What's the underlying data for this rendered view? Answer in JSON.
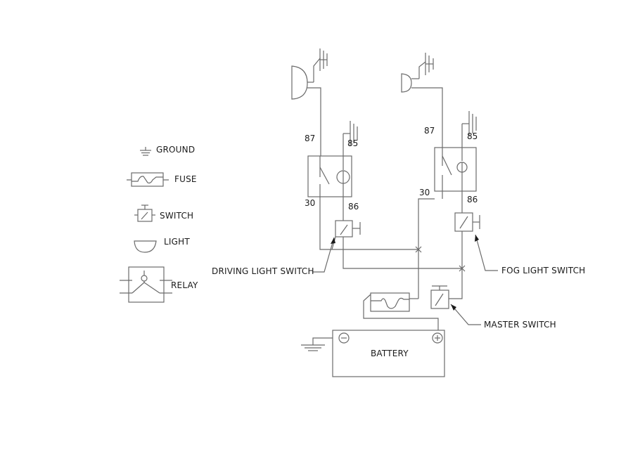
{
  "legend": {
    "ground": "GROUND",
    "fuse": "FUSE",
    "switch": "SWITCH",
    "light": "LIGHT",
    "relay": "RELAY"
  },
  "relay_left": {
    "pin87": "87",
    "pin85": "85",
    "pin30": "30",
    "pin86": "86"
  },
  "relay_right": {
    "pin87": "87",
    "pin85": "85",
    "pin30": "30",
    "pin86": "86"
  },
  "callouts": {
    "driving_light_switch": "DRIVING LIGHT SWITCH",
    "fog_light_switch": "FOG LIGHT SWITCH",
    "master_switch": "MASTER SWITCH"
  },
  "battery": {
    "label": "BATTERY",
    "neg": "−",
    "pos": "+"
  },
  "colors": {
    "line": "#6b6b6b",
    "text": "#1a1a1a",
    "background": "#ffffff"
  }
}
